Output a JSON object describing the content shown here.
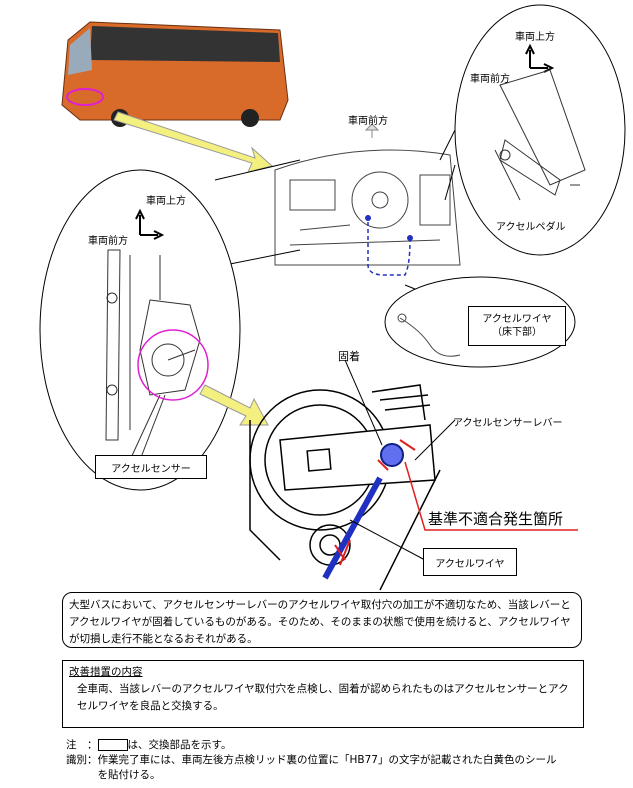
{
  "labels": {
    "vehicle_up_pedal": "車両上方",
    "vehicle_front_pedal": "車両前方",
    "pedal": "アクセルペダル",
    "vehicle_front_dash": "車両前方",
    "vehicle_up_sensor": "車両上方",
    "vehicle_front_sensor": "車両前方",
    "sensor": "アクセルセンサー",
    "wire_floor_line1": "アクセルワイヤ",
    "wire_floor_line2": "（床下部）",
    "stuck": "固着",
    "sensor_lever": "アクセルセンサーレバー",
    "nonconformity": "基準不適合発生箇所",
    "wire": "アクセルワイヤ"
  },
  "description": "大型バスにおいて、アクセルセンサーレバーのアクセルワイヤ取付穴の加工が不適切なため、当該レバーとアクセルワイヤが固着しているものがある。そのため、そのままの状態で使用を続けると、アクセルワイヤが切損し走行不能となるおそれがある。",
  "measures": {
    "title": "改善措置の内容",
    "body": "全車両、当該レバーのアクセルワイヤ取付穴を点検し、固着が認められたものはアクセルセンサーとアクセルワイヤを良品と交換する。"
  },
  "notes": {
    "note_label": "注　：",
    "note_text": "は、交換部品を示す。",
    "id_label": "識別：",
    "id_text": "作業完了車には、車両左後方点検リッド裏の位置に「HB77」の文字が記載された白黄色のシールを貼付ける。"
  },
  "colors": {
    "bus": "#d86a2a",
    "highlight": "#e020d0",
    "arrow": "#f4f080",
    "wire": "#2030c0",
    "alert": "#e02020"
  }
}
